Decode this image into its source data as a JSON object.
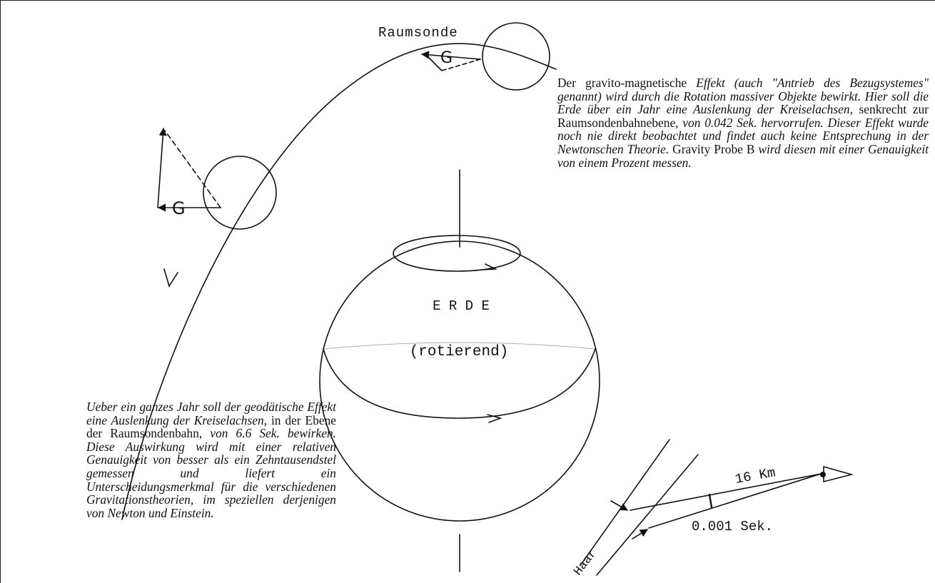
{
  "labels": {
    "probe": "Raumsonde",
    "earth_name": "E R D E",
    "earth_state": "(rotierend)",
    "gyro_symbol": "G",
    "distance": "16 Km",
    "angle": "0.001 Sek.",
    "hair": "Haar"
  },
  "captions": {
    "frame_dragging": {
      "p1": "Der gravito-magnetische",
      "p2": "Effekt (auch \"Antrieb des Bezugsystemes\" genannt) wird durch die Rotation massiver Objekte bewirkt. Hier soll die Erde über ein Jahr eine Auslenkung der Kreiselachsen,",
      "p3": "senkrecht zur Raumsondenbahnebene,",
      "p4": "von 0.042 Sek. hervorrufen. Dieser Effekt wurde noch nie direkt beobachtet und findet auch keine Entsprechung in der Newtonschen Theorie.",
      "p5": "Gravity Probe B",
      "p6": "wird diesen mit einer Genauigkeit von einem Prozent messen."
    },
    "geodetic": {
      "p1": "Ueber ein ganzes Jahr soll der geodätische Effekt eine Auslenkung der Kreiselachsen,",
      "p2": "in der Ebene der Raumsondenbahn,",
      "p3": "von 6.6 Sek. bewirken. Diese Auswirkung wird mit einer relativen Genauigkeit von besser als ein Zehntausendstel gemessen und liefert ein Unterscheidungsmerkmal für die verschiedenen Gravitationstheorien, im speziellen derjenigen von Newton und Einstein."
    }
  }
}
